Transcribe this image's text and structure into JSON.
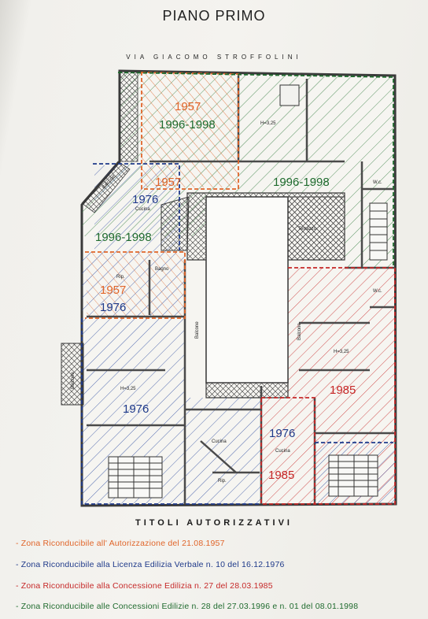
{
  "title": "PIANO PRIMO",
  "street": "VIA GIACOMO STROFFOLINI",
  "rooms": {
    "h1": "H=3,25",
    "h2": "H=3,25",
    "h3": "H=3,25",
    "wc1": "W.c.",
    "wc2": "W.c.",
    "terrazzo": "Terrazzo",
    "rip1": "Rip.",
    "rip2": "Rip.",
    "bagno": "Bagno",
    "cucina1": "Cucina",
    "cucina2": "Cucina",
    "cucina3": "Cucina",
    "balcone1": "Balcone",
    "balcone2": "Balcone",
    "balcone3": "Balcone",
    "balcone4": "Balcone"
  },
  "zones": {
    "z1957_a": "1957",
    "z1996_a": "1996-1998",
    "z1957_b": "1957",
    "z1976_a": "1976",
    "z1996_b": "1996-1998",
    "z1996_c": "1996-1998",
    "z1957_c": "1957",
    "z1976_b": "1976",
    "z1976_c": "1976",
    "z1985_a": "1985",
    "z1976_d": "1976",
    "z1985_b": "1985"
  },
  "legend_title": "TITOLI AUTORIZZATIVI",
  "legend": [
    {
      "bullet": "-",
      "text": "Zona Riconducibile all' Autorizzazione del 21.08.1957",
      "color": "#e0652a"
    },
    {
      "bullet": "-",
      "text": "Zona Riconducibile alla Licenza Edilizia Verbale n. 10 del 16.12.1976",
      "color": "#1f3a8a"
    },
    {
      "bullet": "-",
      "text": "Zona Riconducibile alla Concessione Edilizia n. 27 del 28.03.1985",
      "color": "#c62828"
    },
    {
      "bullet": "-",
      "text": "Zona Riconducibile alle Concessioni Edilizie n. 28 del 27.03.1996 e n. 01 del 08.01.1998",
      "color": "#1f6b2e"
    }
  ],
  "colors": {
    "orange": "#e0652a",
    "blue": "#1f3a8a",
    "red": "#c62828",
    "green": "#1f6b2e",
    "wall": "#4a4a4a"
  }
}
